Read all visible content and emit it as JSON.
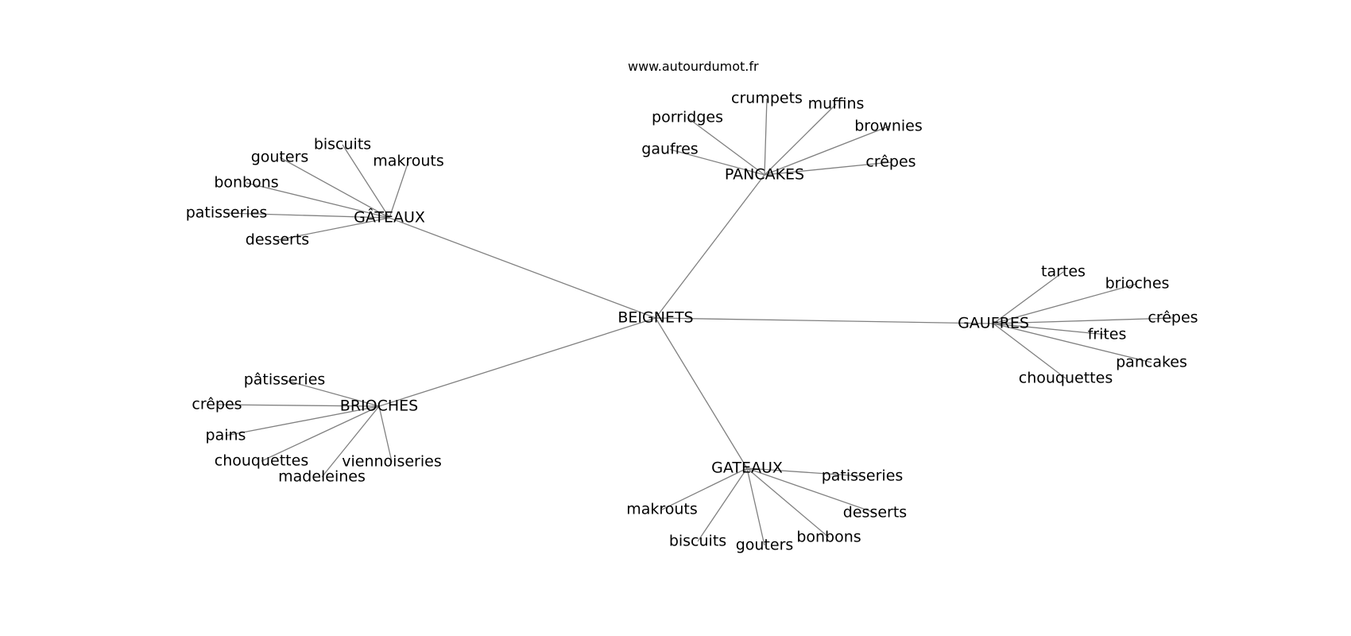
{
  "source": "www.autourdumot.fr",
  "graph": {
    "root": "BEIGNETS",
    "clusters": [
      {
        "hub": "GÂTEAUX",
        "leaves": [
          "biscuits",
          "gouters",
          "makrouts",
          "bonbons",
          "patisseries",
          "desserts"
        ]
      },
      {
        "hub": "PANCAKES",
        "leaves": [
          "crumpets",
          "muffins",
          "porridges",
          "brownies",
          "gaufres",
          "crêpes"
        ]
      },
      {
        "hub": "GAUFRES",
        "leaves": [
          "tartes",
          "brioches",
          "crêpes",
          "frites",
          "pancakes",
          "chouquettes"
        ]
      },
      {
        "hub": "BRIOCHES",
        "leaves": [
          "pâtisseries",
          "crêpes",
          "pains",
          "chouquettes",
          "viennoiseries",
          "madeleines"
        ]
      },
      {
        "hub": "GATEAUX",
        "leaves": [
          "patisseries",
          "desserts",
          "makrouts",
          "bonbons",
          "biscuits",
          "gouters"
        ]
      }
    ]
  }
}
